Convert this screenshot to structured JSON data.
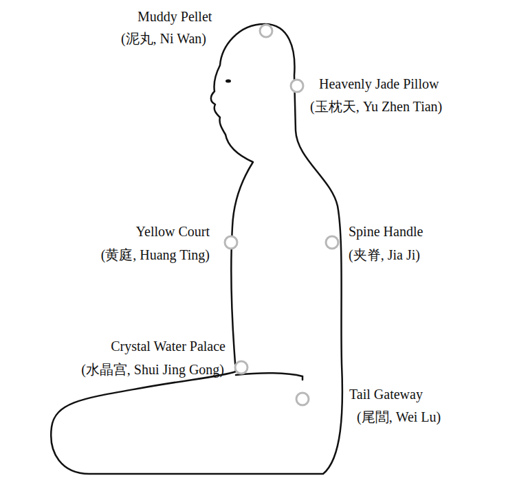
{
  "diagram": {
    "labels": [
      "Muddy Pellet",
      "(泥丸, Ni Wan)",
      "Heavenly Jade Pillow",
      "(玉枕天, Yu Zhen Tian)",
      "Yellow Court",
      "(黄庭, Huang Ting)",
      "Spine Handle",
      "(夹脊, Jia Ji)",
      "Crystal Water Palace",
      "(水晶宫, Shui Jing Gong)",
      "Tail Gateway",
      "(尾閭, Wei Lu)"
    ]
  }
}
